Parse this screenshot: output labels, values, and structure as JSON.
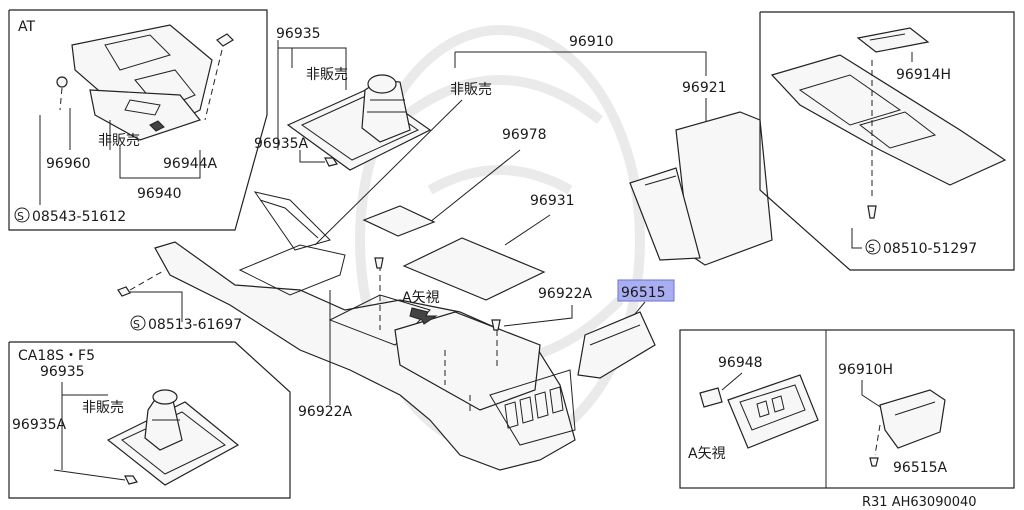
{
  "labels": {
    "box_at_title": "AT",
    "p96960": "96960",
    "p96944a": "96944A",
    "hanbai_at": "非販売",
    "p96940": "96940",
    "screw_at": "08543-51612",
    "p96935": "96935",
    "hanbai_top": "非販売",
    "p96935a": "96935A",
    "p96910": "96910",
    "hanbai_main": "非販売",
    "p96921": "96921",
    "p96978": "96978",
    "p96931": "96931",
    "p96922a_right": "96922A",
    "p96515": "96515",
    "view_a": "A矢視",
    "screw_main": "08513-61697",
    "p96922a_bottom": "96922A",
    "p96914h": "96914H",
    "screw_right": "08510-51297",
    "box_ca_title": "CA18S・F5",
    "ca_96935": "96935",
    "ca_hanbai": "非販売",
    "ca_96935a": "96935A",
    "p96948": "96948",
    "view_a_box": "A矢視",
    "p96910h": "96910H",
    "p96515a": "96515A",
    "footer": "R31   AH63090040",
    "screw_symbol": "S"
  },
  "colors": {
    "highlight": "#a9aef2",
    "line": "#222222",
    "watermark": "#e6e6e6"
  }
}
